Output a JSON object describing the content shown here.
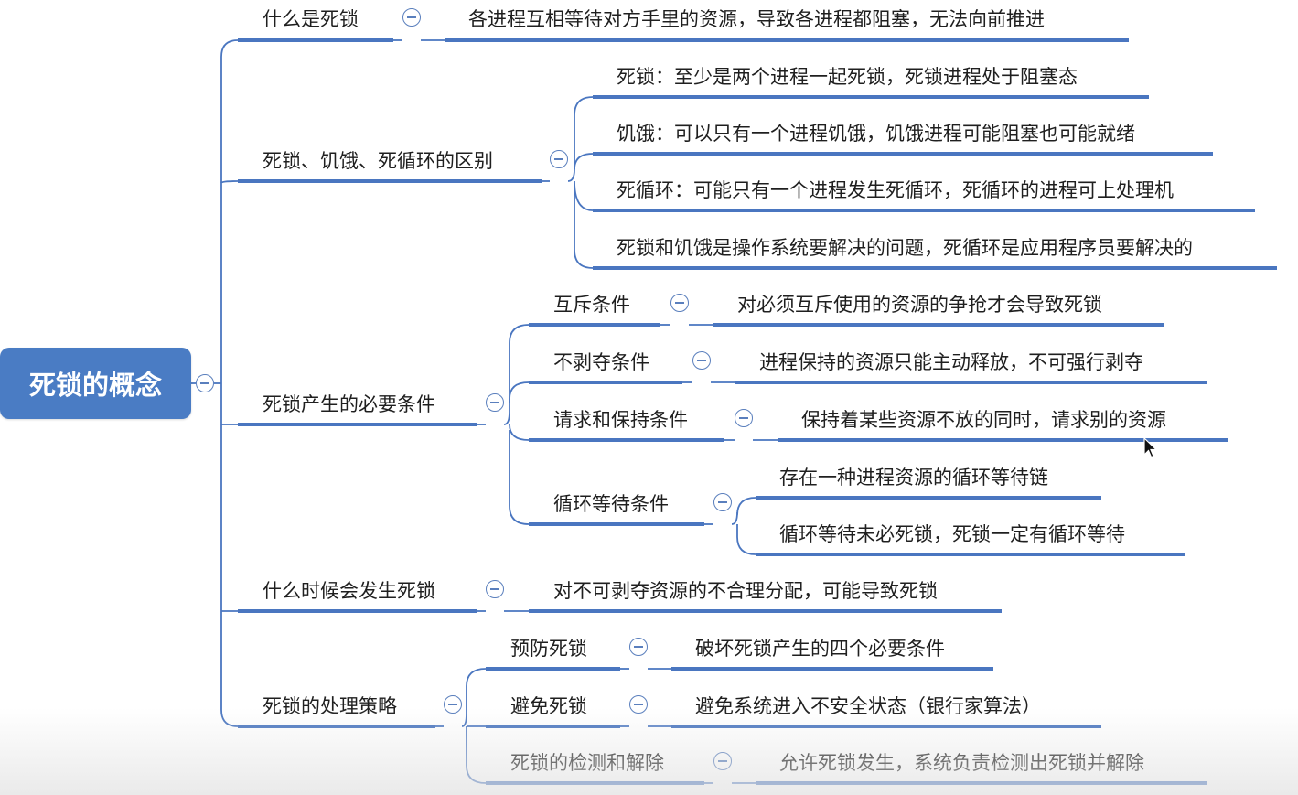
{
  "root": {
    "label": "死锁的概念"
  },
  "branches": [
    {
      "label": "什么是死锁",
      "children": [
        "各进程互相等待对方手里的资源，导致各进程都阻塞，无法向前推进"
      ]
    },
    {
      "label": "死锁、饥饿、死循环的区别",
      "children": [
        "死锁：至少是两个进程一起死锁，死锁进程处于阻塞态",
        "饥饿：可以只有一个进程饥饿，饥饿进程可能阻塞也可能就绪",
        "死循环：可能只有一个进程发生死循环，死循环的进程可上处理机",
        "死锁和饥饿是操作系统要解决的问题，死循环是应用程序员要解决的"
      ]
    },
    {
      "label": "死锁产生的必要条件",
      "children": [
        {
          "label": "互斥条件",
          "children": [
            "对必须互斥使用的资源的争抢才会导致死锁"
          ]
        },
        {
          "label": "不剥夺条件",
          "children": [
            "进程保持的资源只能主动释放，不可强行剥夺"
          ]
        },
        {
          "label": "请求和保持条件",
          "children": [
            "保持着某些资源不放的同时，请求别的资源"
          ]
        },
        {
          "label": "循环等待条件",
          "children": [
            "存在一种进程资源的循环等待链",
            "循环等待未必死锁，死锁一定有循环等待"
          ]
        }
      ]
    },
    {
      "label": "什么时候会发生死锁",
      "children": [
        "对不可剥夺资源的不合理分配，可能导致死锁"
      ]
    },
    {
      "label": "死锁的处理策略",
      "children": [
        {
          "label": "预防死锁",
          "children": [
            "破坏死锁产生的四个必要条件"
          ]
        },
        {
          "label": "避免死锁",
          "children": [
            "避免系统进入不安全状态（银行家算法）"
          ]
        },
        {
          "label": "死锁的检测和解除",
          "children": [
            "允许死锁发生，系统负责检测出死锁并解除"
          ]
        }
      ]
    }
  ],
  "colors": {
    "accent": "#4a7cc4",
    "line": "#4a76c0",
    "text": "#1f1f1f"
  },
  "icons": {
    "collapse": "collapse-minus-icon",
    "cursor": "mouse-pointer-icon"
  }
}
